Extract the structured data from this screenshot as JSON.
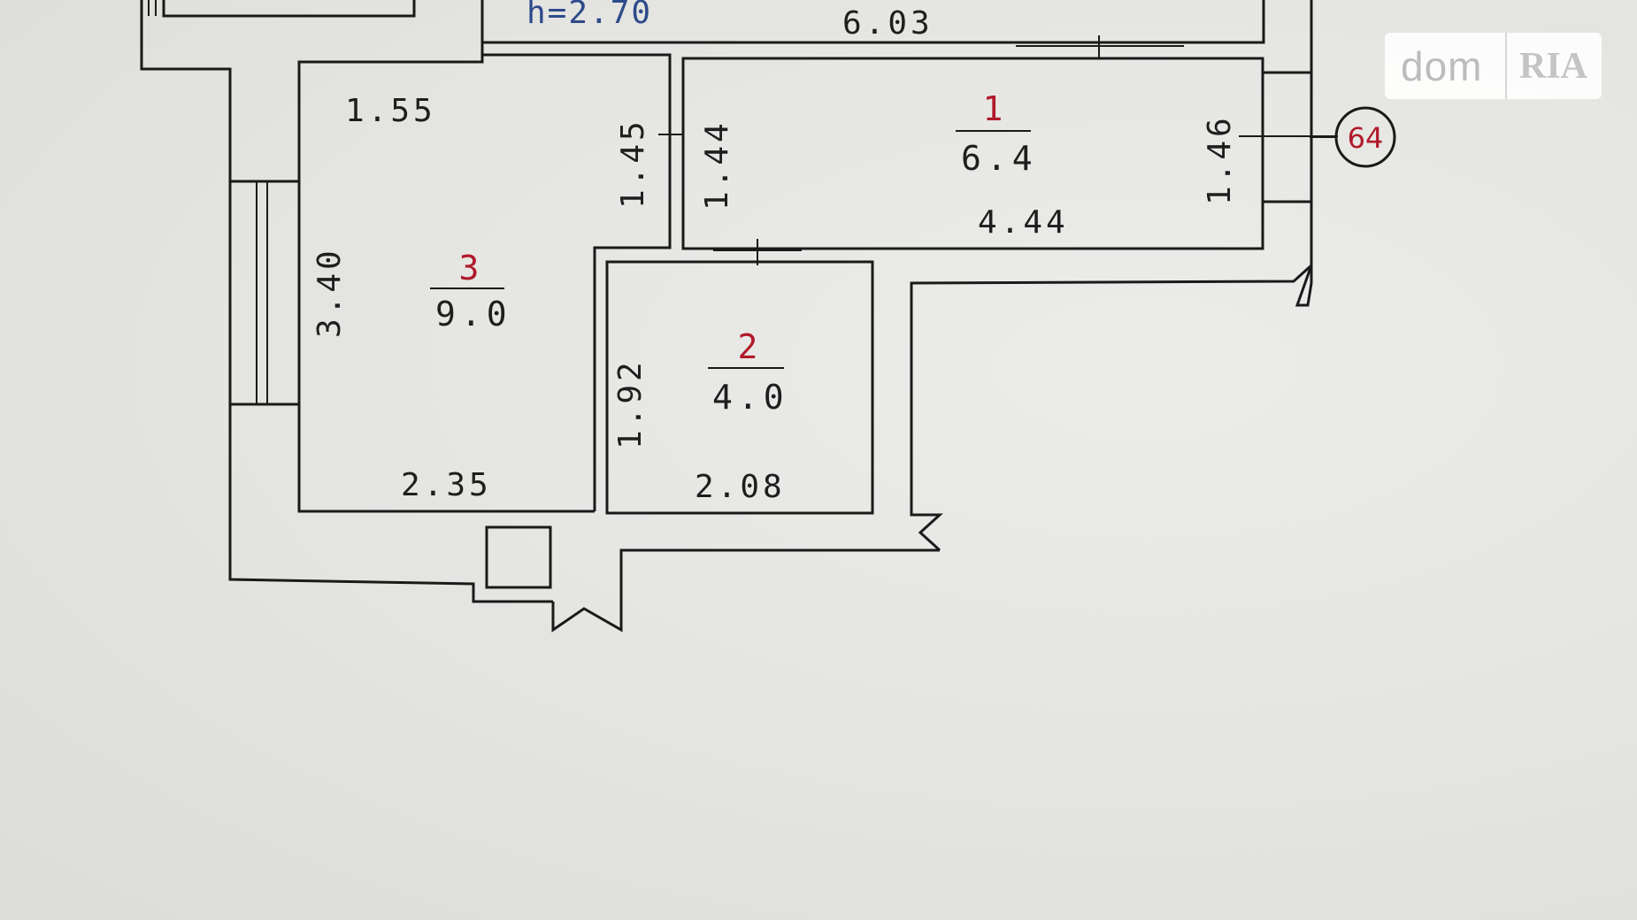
{
  "plan": {
    "ceiling_height": "h=2.70",
    "top_dimension": "6.03",
    "axis_marker": "64",
    "rooms": [
      {
        "number": "1",
        "area": "6.4",
        "dims": {
          "width": "4.44",
          "left": "1.44",
          "right": "1.46"
        }
      },
      {
        "number": "2",
        "area": "4.0",
        "dims": {
          "bottom": "2.08",
          "left": "1.92"
        }
      },
      {
        "number": "3",
        "area": "9.0",
        "dims": {
          "top": "1.55",
          "bottom": "2.35",
          "left": "3.40",
          "right": "1.45"
        }
      }
    ]
  },
  "watermark": {
    "brand": "dom",
    "sub": "RIA"
  },
  "colors": {
    "room_number": "#b01a2a",
    "ceiling_height": "#2d4a8a",
    "walls": "#1a1a1a",
    "paper": "#e6e6e3"
  }
}
